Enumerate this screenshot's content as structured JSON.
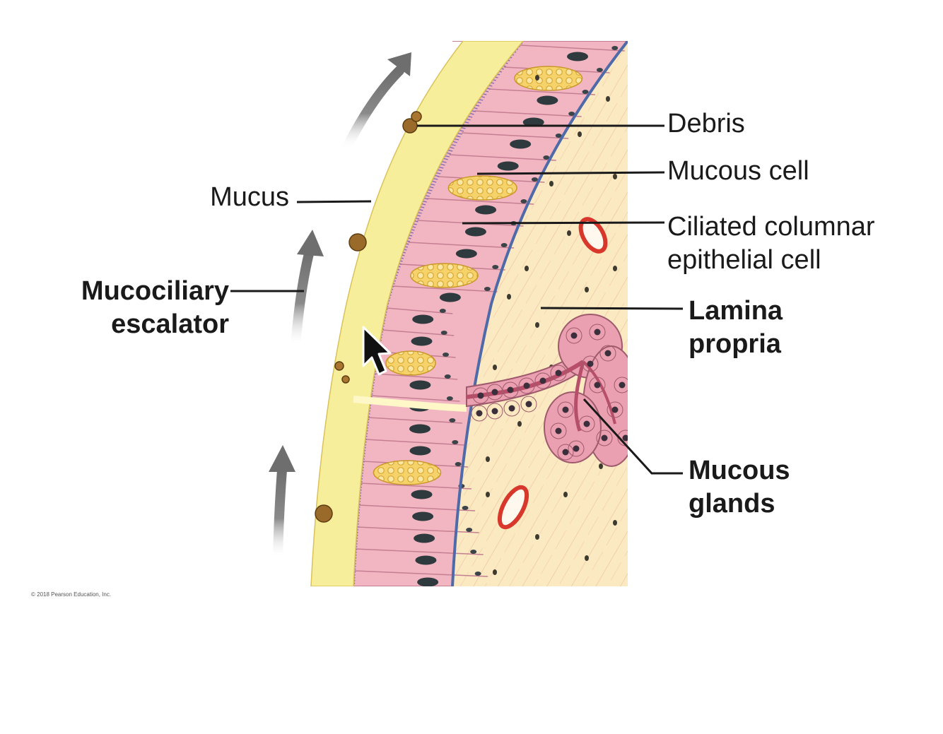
{
  "labels": {
    "debris": "Debris",
    "mucous_cell": "Mucous cell",
    "ciliated_line1": "Ciliated columnar",
    "ciliated_line2": "epithelial cell",
    "lamina_line1": "Lamina",
    "lamina_line2": "propria",
    "mucous_glands_line1": "Mucous",
    "mucous_glands_line2": "glands",
    "mucus": "Mucus",
    "escalator_line1": "Mucociliary",
    "escalator_line2": "escalator"
  },
  "copyright": "© 2018 Pearson Education, Inc.",
  "colors": {
    "mucus_layer": "#f6ee9a",
    "epithelium": "#f2b6c2",
    "nucleus": "#2f3a3f",
    "cilia": "#7d6bb0",
    "lamina_propria": "#fbe9c2",
    "mucous_granules": "#f3c44e",
    "gland": "#eaa0b0",
    "gland_duct": "#b84f6a",
    "vessel_wall": "#d8382b",
    "debris": "#9a6a2a",
    "escalator_arrow": "#777777"
  },
  "icons": [
    "mucociliary-escalator-arrow",
    "mouse-pointer-icon"
  ]
}
